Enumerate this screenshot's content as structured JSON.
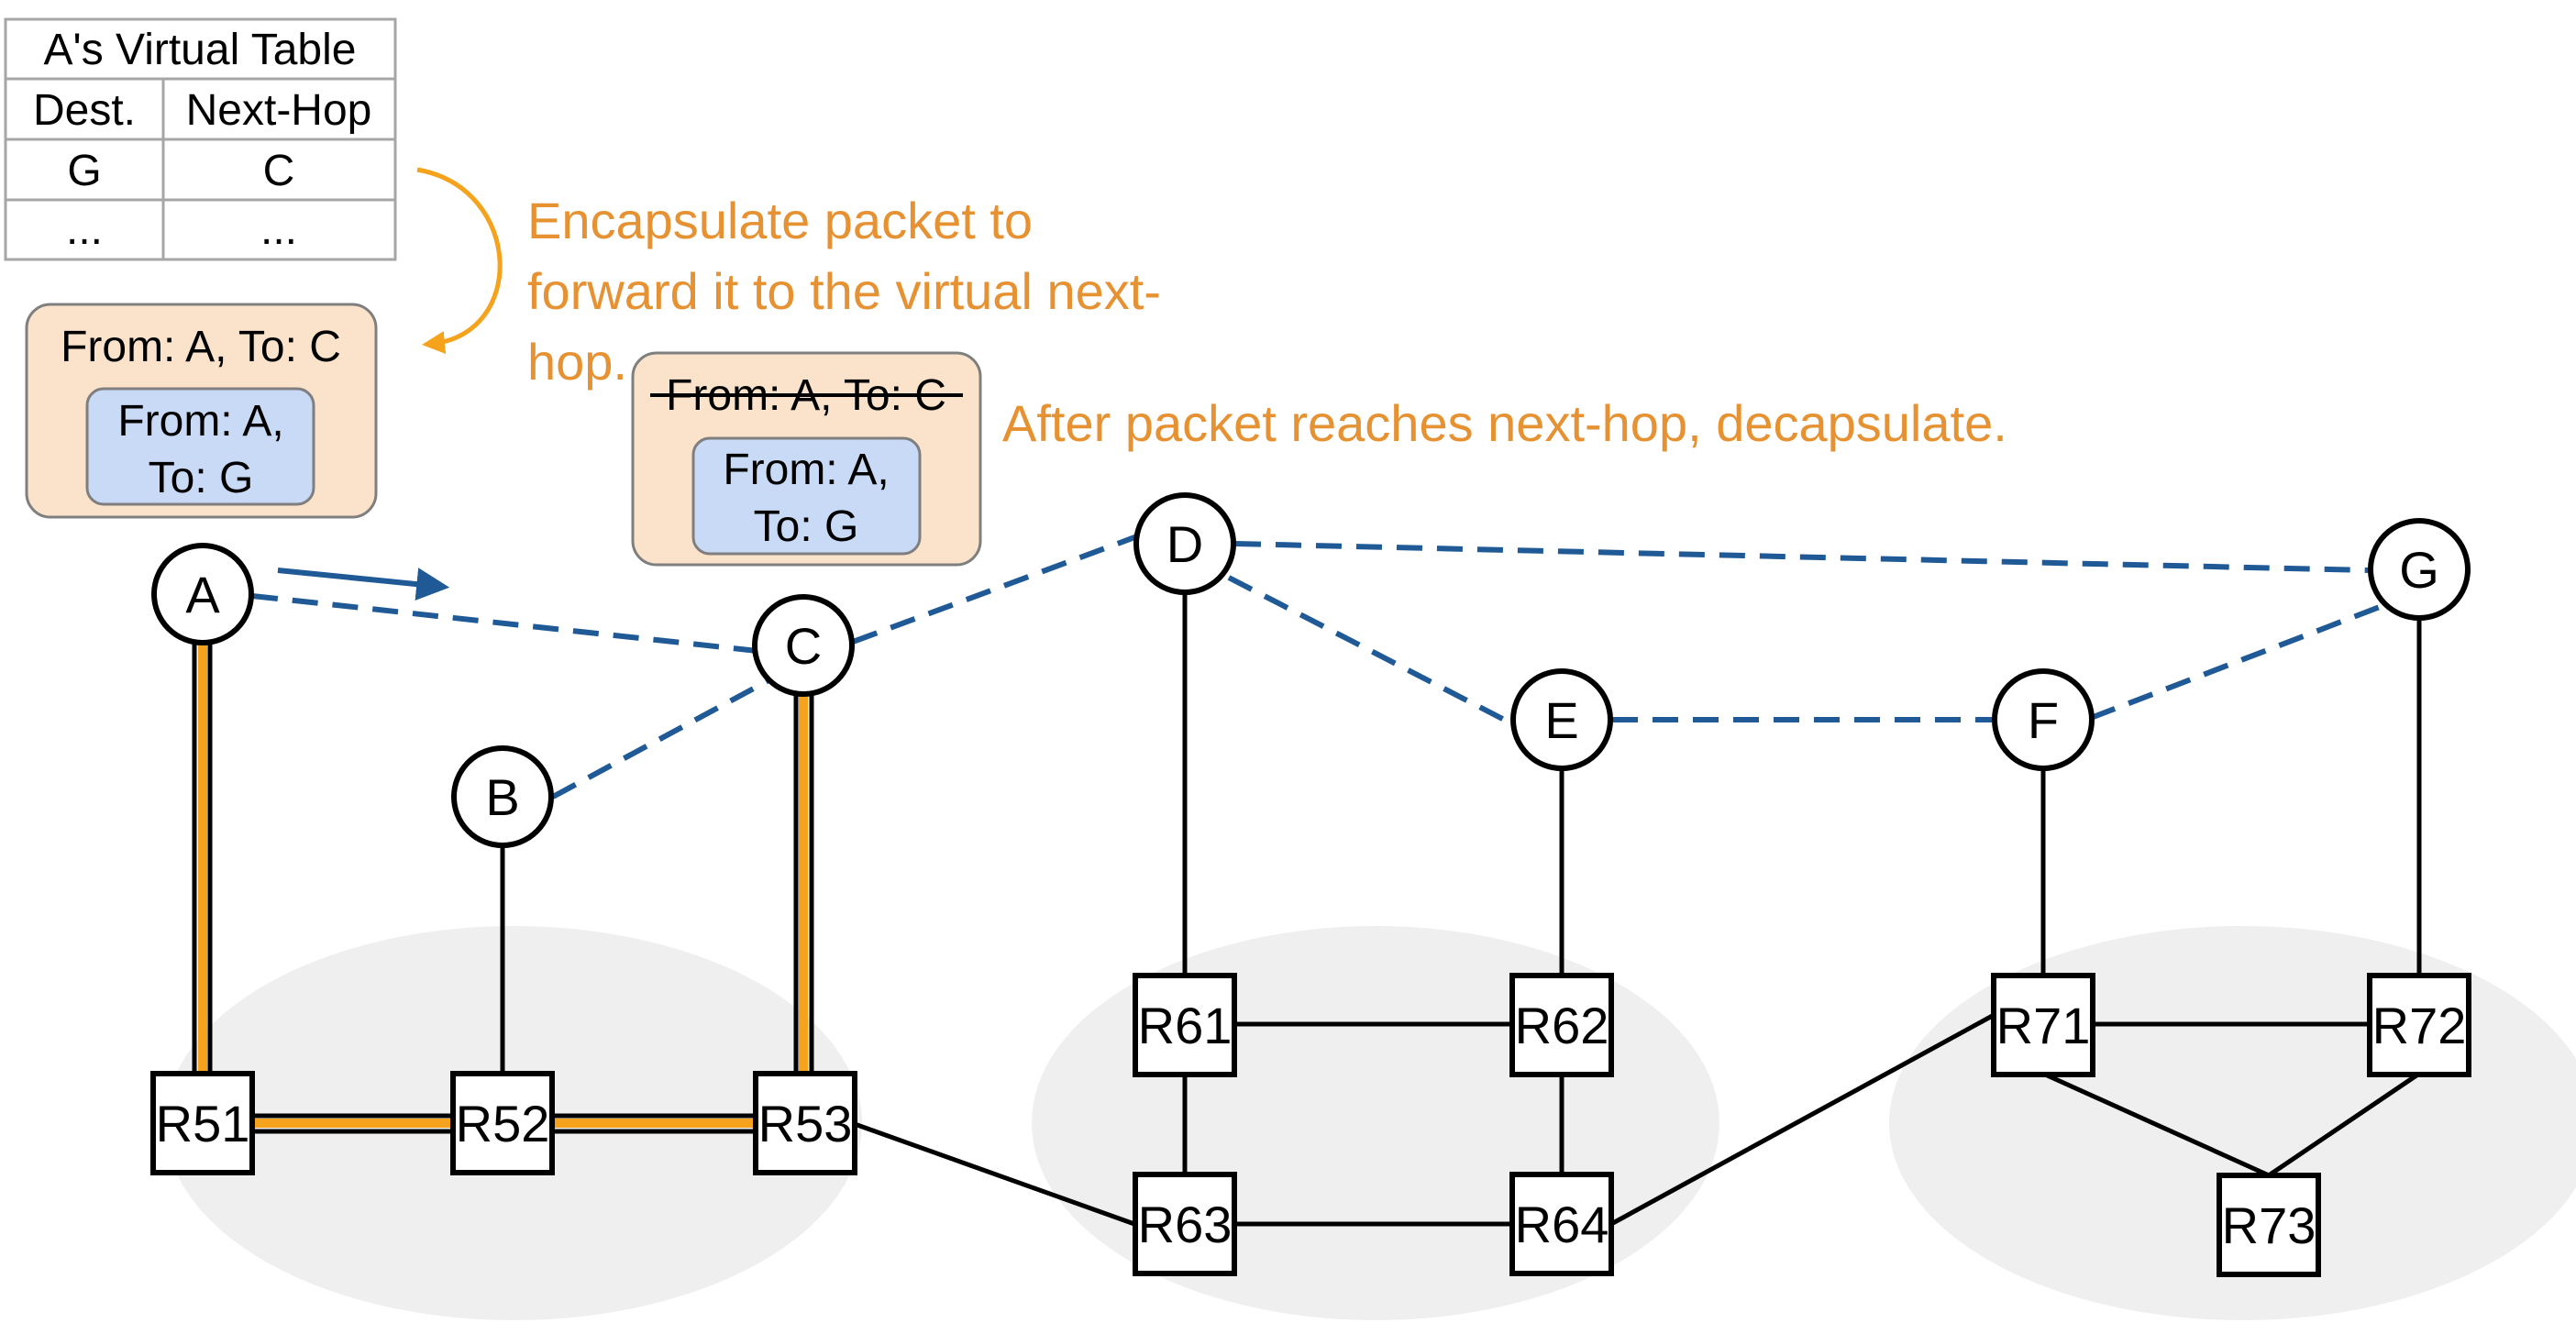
{
  "table": {
    "title": "A's Virtual Table",
    "headers": [
      "Dest.",
      "Next-Hop"
    ],
    "rows": [
      [
        "G",
        "C"
      ],
      [
        "...",
        "..."
      ]
    ]
  },
  "notes": {
    "encapsulate": [
      "Encapsulate packet to",
      "forward it to the virtual next-",
      "hop."
    ],
    "decapsulate": "After packet reaches next-hop, decapsulate."
  },
  "packets": {
    "encapsulated": {
      "outer": "From: A, To: C",
      "inner": [
        "From: A,",
        "To: G"
      ]
    },
    "decapsulated": {
      "outer": "From: A, To: C",
      "inner": [
        "From: A,",
        "To: G"
      ]
    }
  },
  "nodes": {
    "A": "A",
    "B": "B",
    "C": "C",
    "D": "D",
    "E": "E",
    "F": "F",
    "G": "G"
  },
  "routers": {
    "R51": "R51",
    "R52": "R52",
    "R53": "R53",
    "R61": "R61",
    "R62": "R62",
    "R63": "R63",
    "R64": "R64",
    "R71": "R71",
    "R72": "R72",
    "R73": "R73"
  },
  "colors": {
    "virtual_link": "#1F5A96",
    "highlight_path": "#F5A21D",
    "note": "#E69233",
    "outer_packet": "#FBE3CB",
    "inner_packet": "#C9DAF6",
    "domain": "#EFEFEF"
  }
}
